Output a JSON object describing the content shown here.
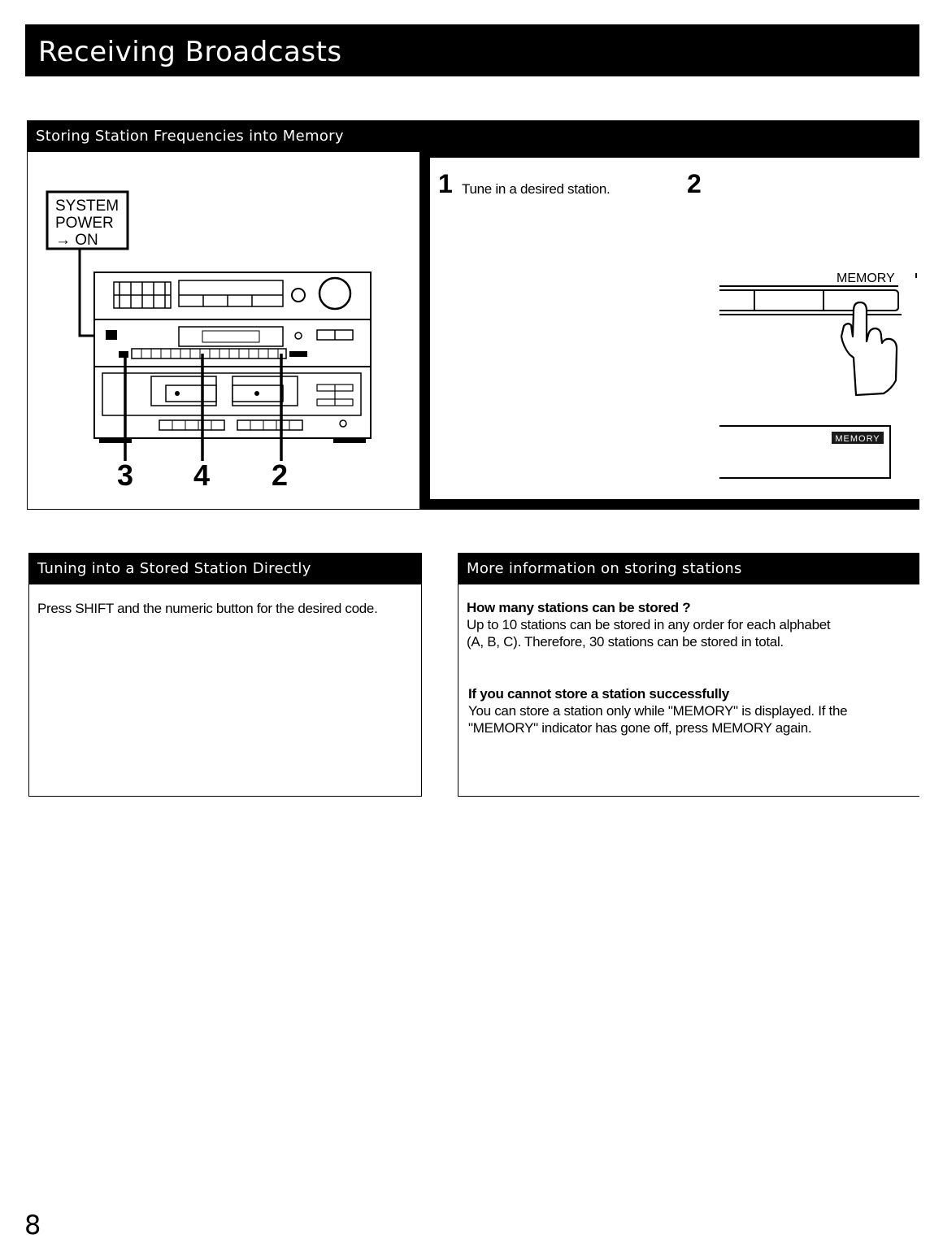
{
  "page": {
    "title": "Receiving Broadcasts",
    "page_number": "8"
  },
  "storing": {
    "header": "Storing Station Frequencies into Memory",
    "illustration": {
      "system_power": [
        "SYSTEM",
        "POWER",
        "→ ON"
      ],
      "callouts": [
        "3",
        "4",
        "2"
      ]
    },
    "steps": [
      {
        "number": "1",
        "text": "Tune in a desired station."
      },
      {
        "number": "2",
        "text": ""
      }
    ],
    "memory_button_label": "MEMORY",
    "memory_indicator": "MEMORY"
  },
  "tuning": {
    "header": "Tuning into a Stored Station Directly",
    "text": "Press SHIFT and the numeric button for the desired code."
  },
  "more_info": {
    "header": "More information on storing stations",
    "items": [
      {
        "heading": "How many stations can be stored ?",
        "text": "Up to 10 stations can be stored in any order for each alphabet (A, B, C).  Therefore, 30 stations can be stored in total."
      },
      {
        "heading": "If you cannot store a station successfully",
        "text": "You can store a station only while \"MEMORY\" is displayed. If the  \"MEMORY\" indicator has gone off, press MEMORY again."
      }
    ]
  }
}
